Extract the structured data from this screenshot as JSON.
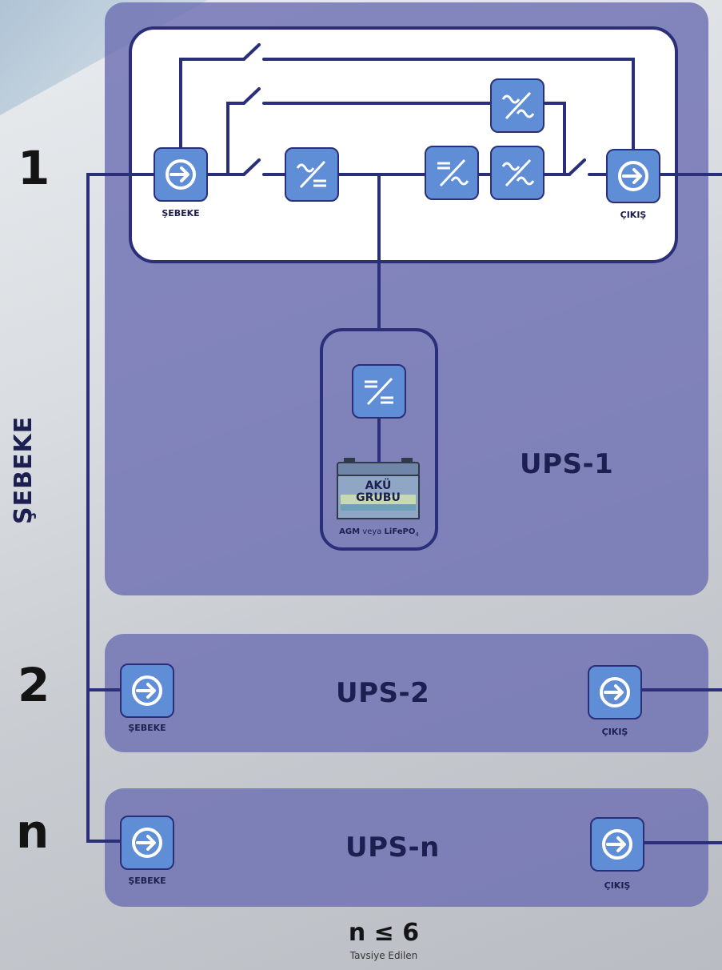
{
  "side_label": "ŞEBEKE",
  "rows": [
    {
      "number": "1",
      "ups_label": "UPS-1"
    },
    {
      "number": "2",
      "ups_label": "UPS-2"
    },
    {
      "number": "n",
      "ups_label": "UPS-n"
    }
  ],
  "block_captions": {
    "input": "ŞEBEKE",
    "output": "ÇIKIŞ"
  },
  "battery": {
    "label_line1": "AKÜ",
    "label_line2": "GRUBU",
    "chem_a": "AGM",
    "chem_join": "veya",
    "chem_b": "LiFePO",
    "chem_b_sub": "4"
  },
  "footer": {
    "limit": "n ≤ 6",
    "note": "Tavsiye Edilen"
  },
  "colors": {
    "panel": "#6e70b2",
    "block_fill": "#5f8ed6",
    "line": "#2b2f7a"
  },
  "icons": [
    "arrow-circle-icon",
    "ac-dc-rectifier-icon",
    "dc-ac-inverter-icon",
    "dc-dc-converter-icon",
    "battery-icon",
    "switch-icon"
  ]
}
